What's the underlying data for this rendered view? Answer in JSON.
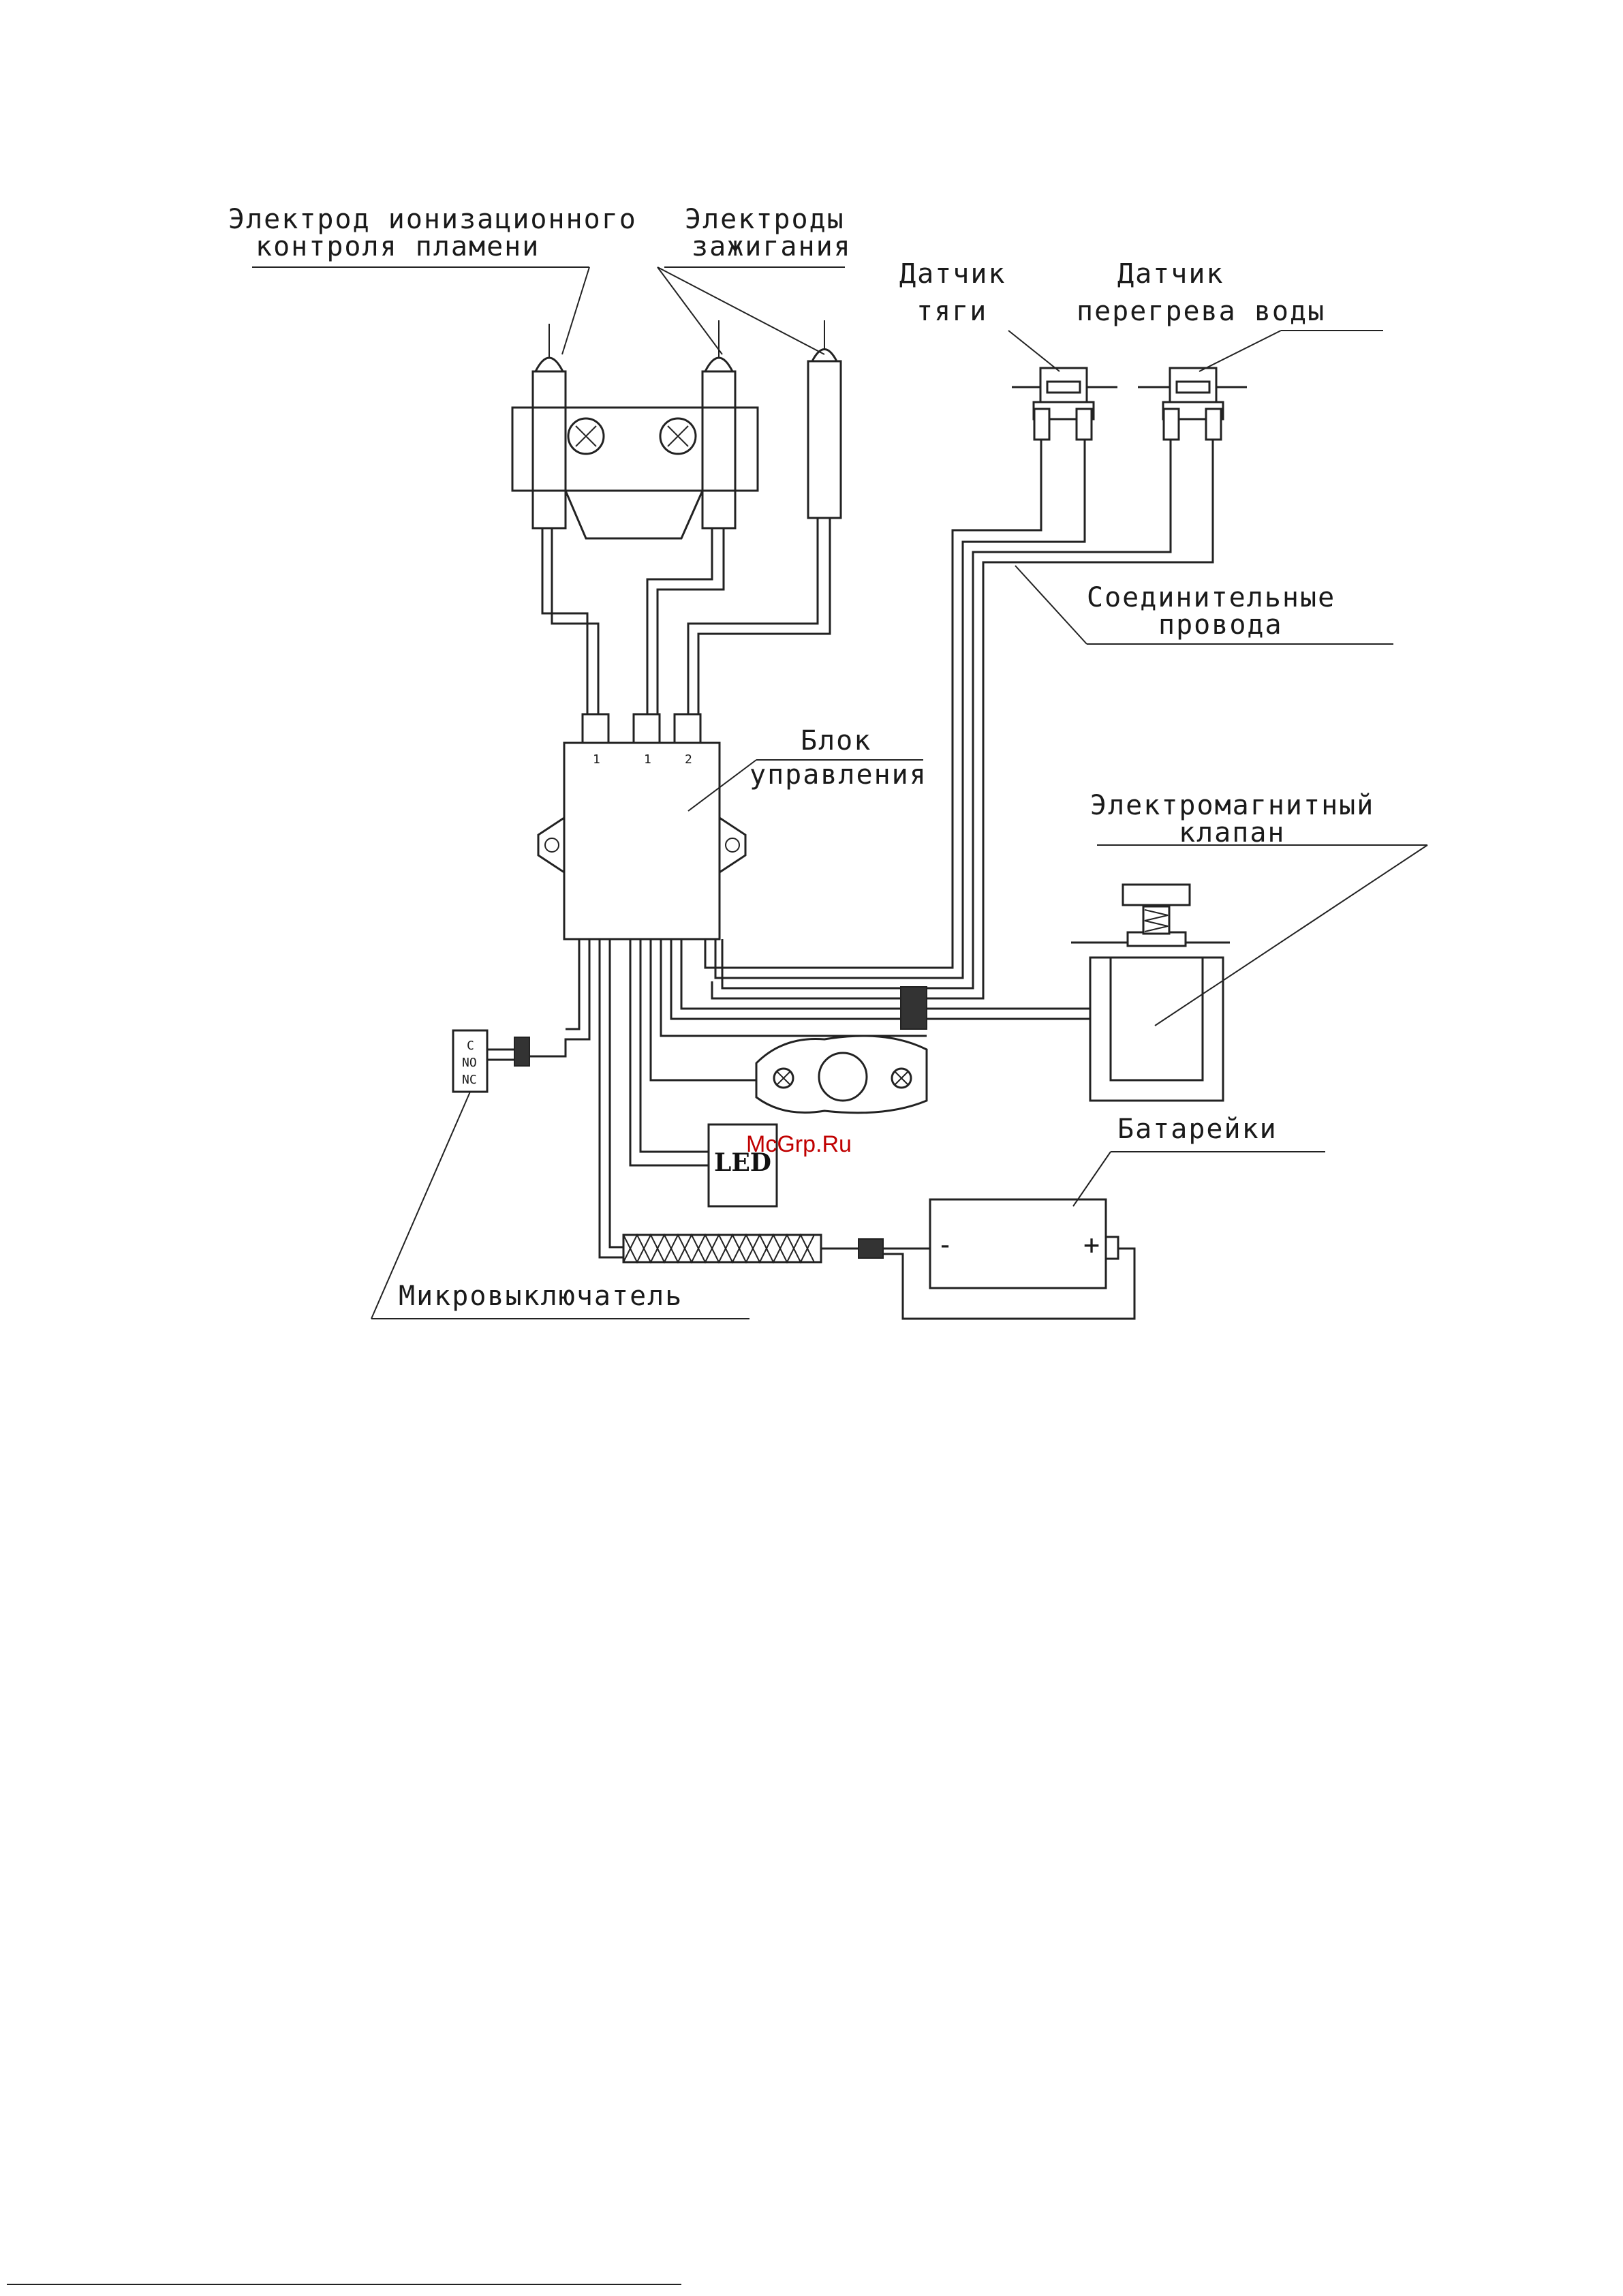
{
  "labels": {
    "ionization_electrode_line1": "Электрод ионизационного",
    "ionization_electrode_line2": "контроля пламени",
    "ignition_electrodes_line1": "Электроды",
    "ignition_electrodes_line2": "зажигания",
    "draft_sensor_line1": "Датчик",
    "draft_sensor_line2": "тяги",
    "overheat_sensor_line1": "Датчик",
    "overheat_sensor_line2": "перегрева воды",
    "connecting_wires_line1": "Соединительные",
    "connecting_wires_line2": "провода",
    "control_unit_line1": "Блок",
    "control_unit_line2": "управления",
    "solenoid_valve_line1": "Электромагнитный",
    "solenoid_valve_line2": "клапан",
    "batteries": "Батарейки",
    "microswitch": "Микровыключатель",
    "led": "LED",
    "control_pins": [
      "1",
      "1",
      "2"
    ],
    "switch_pins": [
      "C",
      "NO",
      "NC"
    ],
    "battery_minus": "-",
    "battery_plus": "+"
  },
  "watermark": "McGrp.Ru",
  "colors": {
    "ink": "#222222",
    "watermark": "#c00000",
    "background": "#ffffff"
  }
}
